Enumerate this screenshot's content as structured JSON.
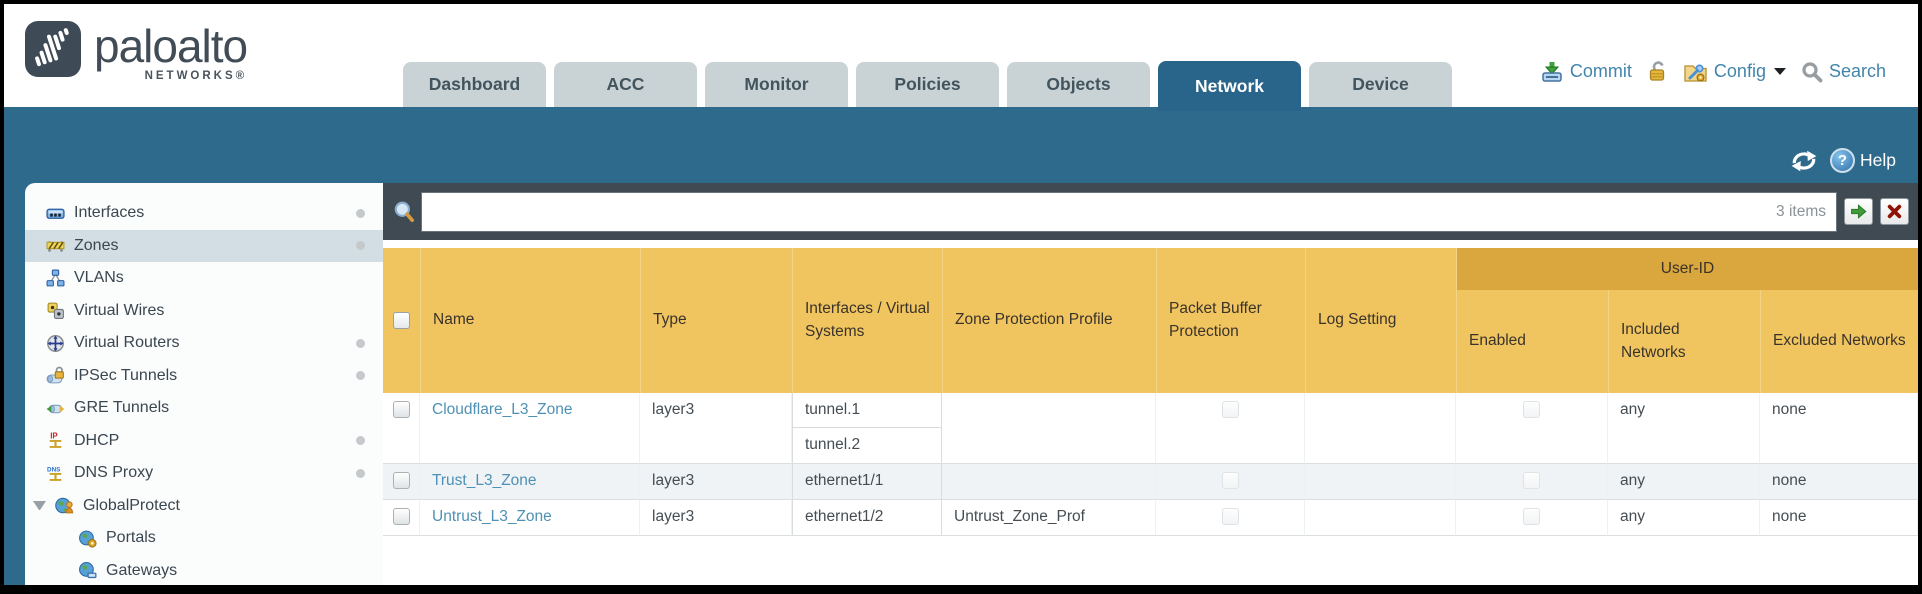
{
  "brand": {
    "name": "paloalto",
    "sub": "NETWORKS®"
  },
  "nav": {
    "tabs": [
      "Dashboard",
      "ACC",
      "Monitor",
      "Policies",
      "Objects",
      "Network",
      "Device"
    ],
    "active_tab": "Network",
    "actions": {
      "commit": "Commit",
      "config": "Config",
      "search": "Search"
    }
  },
  "toolbar": {
    "help": "Help"
  },
  "sidebar": {
    "items": [
      {
        "label": "Interfaces",
        "icon": "interfaces-icon",
        "dot": true
      },
      {
        "label": "Zones",
        "icon": "zones-icon",
        "dot": true,
        "selected": true
      },
      {
        "label": "VLANs",
        "icon": "vlans-icon"
      },
      {
        "label": "Virtual Wires",
        "icon": "virtual-wires-icon"
      },
      {
        "label": "Virtual Routers",
        "icon": "virtual-routers-icon",
        "dot": true
      },
      {
        "label": "IPSec Tunnels",
        "icon": "ipsec-tunnels-icon",
        "dot": true
      },
      {
        "label": "GRE Tunnels",
        "icon": "gre-tunnels-icon"
      },
      {
        "label": "DHCP",
        "icon": "dhcp-icon",
        "dot": true
      },
      {
        "label": "DNS Proxy",
        "icon": "dns-proxy-icon",
        "dot": true
      },
      {
        "label": "GlobalProtect",
        "icon": "globalprotect-icon",
        "expanded": true
      },
      {
        "label": "Portals",
        "icon": "portals-icon",
        "child": true
      },
      {
        "label": "Gateways",
        "icon": "gateways-icon",
        "child": true
      }
    ]
  },
  "filter": {
    "value": "",
    "count": "3 items"
  },
  "table": {
    "user_id_group": "User-ID",
    "columns": {
      "name": "Name",
      "type": "Type",
      "interfaces": "Interfaces / Virtual Systems",
      "zone_protection_profile": "Zone Protection Profile",
      "packet_buffer_protection": "Packet Buffer Protection",
      "log_setting": "Log Setting",
      "enabled": "Enabled",
      "included_networks": "Included Networks",
      "excluded_networks": "Excluded Networks"
    },
    "rows": [
      {
        "name": "Cloudflare_L3_Zone",
        "type": "layer3",
        "interfaces": [
          "tunnel.1",
          "tunnel.2"
        ],
        "zone_protection_profile": "",
        "log_setting": "",
        "included_networks": "any",
        "excluded_networks": "none"
      },
      {
        "name": "Trust_L3_Zone",
        "type": "layer3",
        "interfaces": [
          "ethernet1/1"
        ],
        "zone_protection_profile": "",
        "log_setting": "",
        "included_networks": "any",
        "excluded_networks": "none"
      },
      {
        "name": "Untrust_L3_Zone",
        "type": "layer3",
        "interfaces": [
          "ethernet1/2"
        ],
        "zone_protection_profile": "Untrust_Zone_Prof",
        "log_setting": "",
        "included_networks": "any",
        "excluded_networks": "none"
      }
    ]
  },
  "colors": {
    "teal_band": "#2e6a8c",
    "active_tab": "#29658a",
    "inactive_tab": "#c9d3d6",
    "header_orange": "#f0c55f",
    "user_id_band": "#daa63e",
    "filter_bar": "#404a52",
    "link_blue": "#4285ac",
    "zone_link": "#4e91b4",
    "selected_sidebar": "#d3dee4"
  }
}
